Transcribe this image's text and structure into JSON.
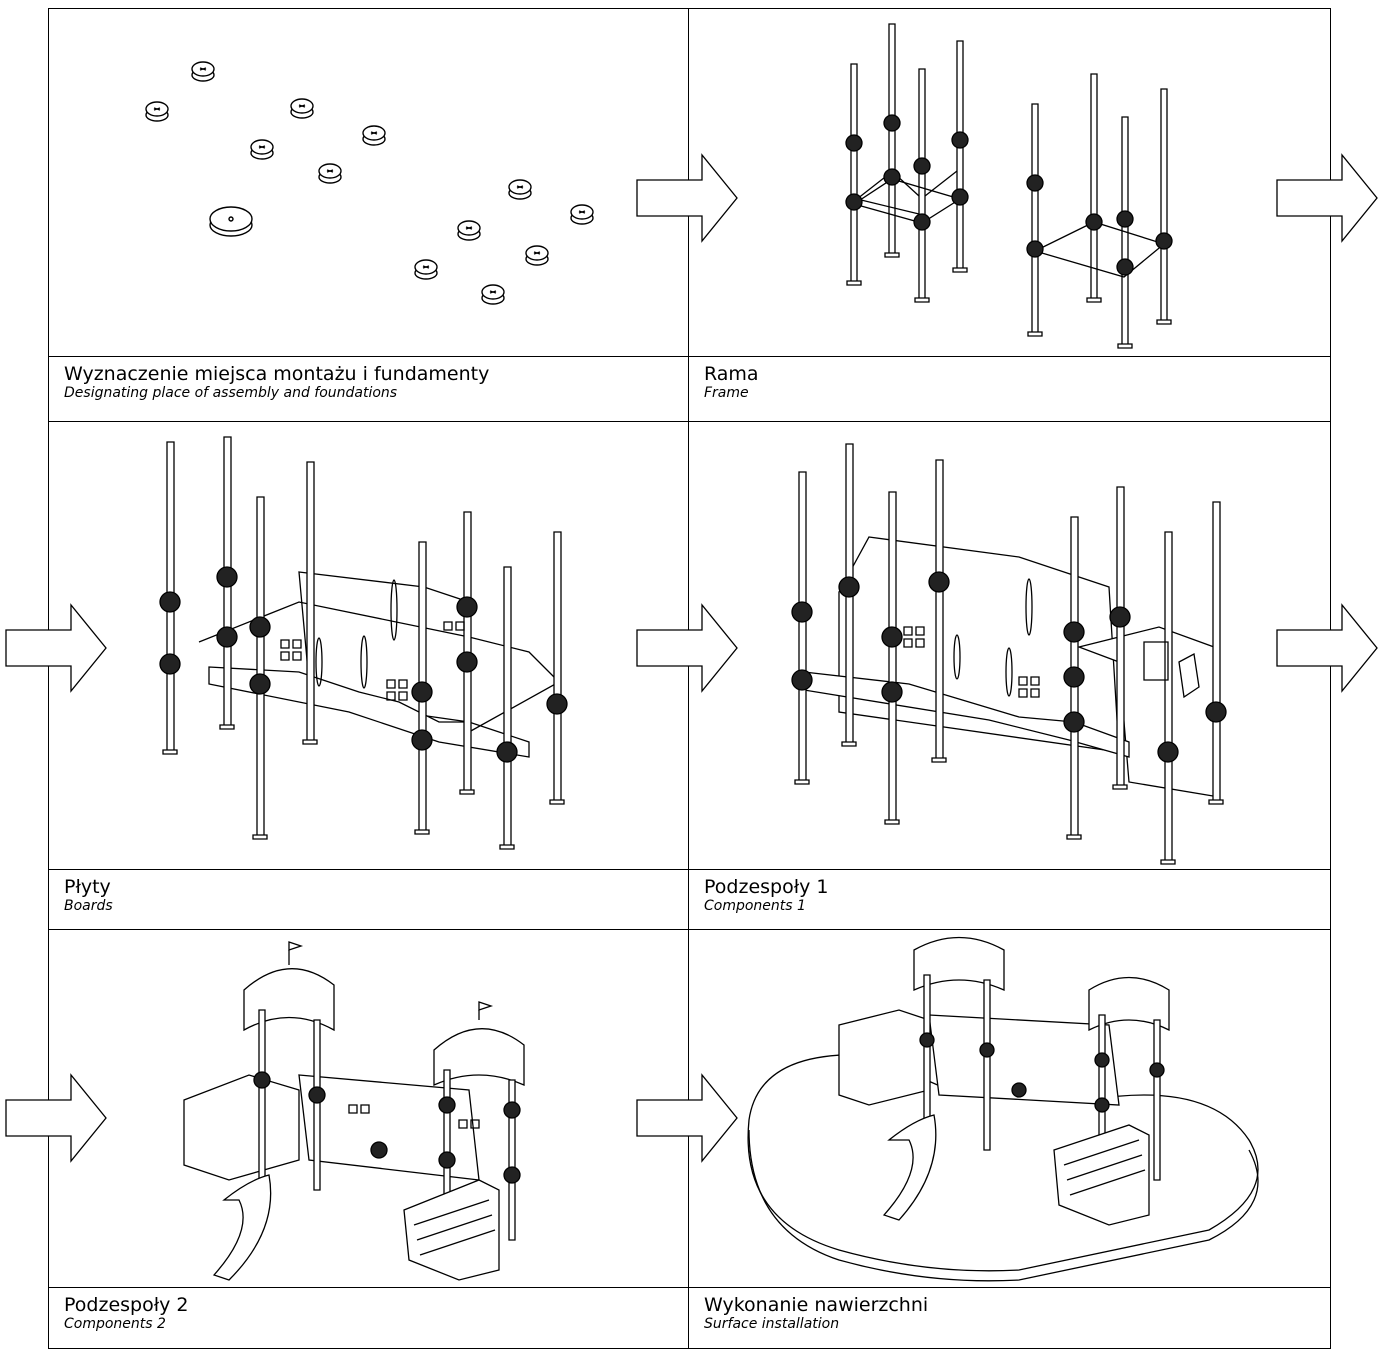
{
  "heading": "",
  "steps": [
    {
      "title": "Wyznaczenie miejsca montażu i fundamenty",
      "subtitle": "Designating  place of assembly and foundations",
      "icon": "foundations-drawing-icon"
    },
    {
      "title": "Rama",
      "subtitle": "Frame",
      "icon": "frame-drawing-icon"
    },
    {
      "title": "Płyty",
      "subtitle": "Boards",
      "icon": "boards-drawing-icon"
    },
    {
      "title": "Podzespoły 1",
      "subtitle": "Components 1",
      "icon": "components-1-drawing-icon"
    },
    {
      "title": "Podzespoły 2",
      "subtitle": "Components 2",
      "icon": "components-2-drawing-icon"
    },
    {
      "title": "Wykonanie nawierzchni",
      "subtitle": "Surface installation",
      "icon": "surface-drawing-icon"
    }
  ],
  "arrow_icon": "right-arrow-icon",
  "colors": {
    "line": "#000000",
    "background": "#ffffff"
  }
}
